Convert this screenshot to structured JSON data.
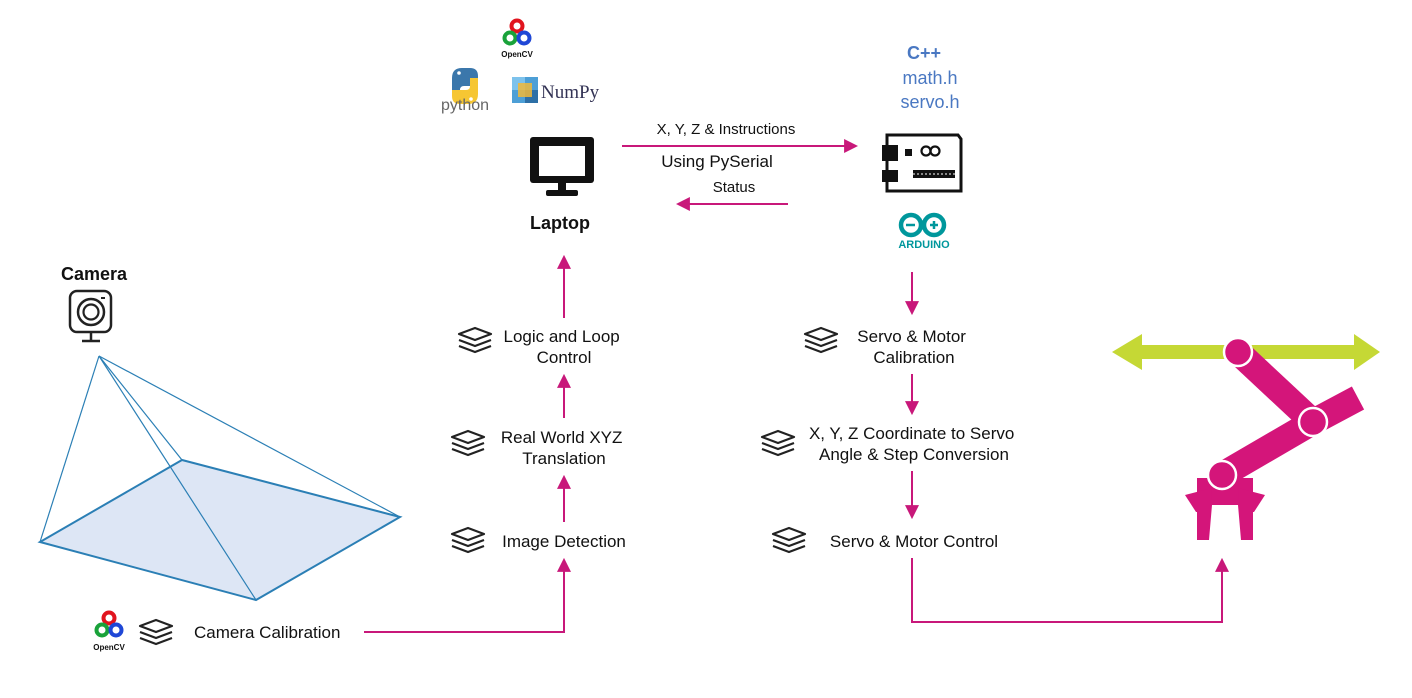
{
  "diagram_data": {
    "nodes": {
      "camera_label": "Camera",
      "laptop_label": "Laptop",
      "cpp_label": "C++",
      "math_h_label": "math.h",
      "servo_h_label": "servo.h",
      "opencv_logo_text": "OpenCV",
      "python_logo_text": "python",
      "numpy_logo_text": "NumPy",
      "arduino_logo_text": "ARDUINO"
    },
    "communication": {
      "to_arduino": "X, Y, Z & Instructions",
      "via": "Using PySerial",
      "to_laptop": "Status"
    },
    "pipeline_left": [
      "Camera Calibration",
      "Image Detection",
      "Real World XYZ Translation",
      "Logic and Loop Control"
    ],
    "pipeline_left_lines": {
      "camera_calibration": [
        "Camera Calibration"
      ],
      "image_detection": [
        "Image Detection"
      ],
      "real_world": [
        "Real World XYZ",
        "Translation"
      ],
      "logic": [
        "Logic and Loop",
        "Control"
      ]
    },
    "pipeline_right": [
      "Servo & Motor Calibration",
      "X, Y, Z Coordinate to Servo Angle & Step Conversion",
      "Servo & Motor Control"
    ],
    "pipeline_right_lines": {
      "servo_calibration": [
        "Servo & Motor",
        "Calibration"
      ],
      "xyz_conversion": [
        "X, Y, Z Coordinate to Servo",
        "Angle & Step Conversion"
      ],
      "servo_control": [
        "Servo & Motor Control"
      ]
    },
    "colors": {
      "arrow": "#c8187a",
      "robot_arm": "#d4157a",
      "robot_axis_arrow": "#c5d835",
      "field_fill": "#dde6f5",
      "field_stroke": "#2b7fb5",
      "tech_text": "#4a78c2",
      "arduino": "#00979c"
    }
  }
}
